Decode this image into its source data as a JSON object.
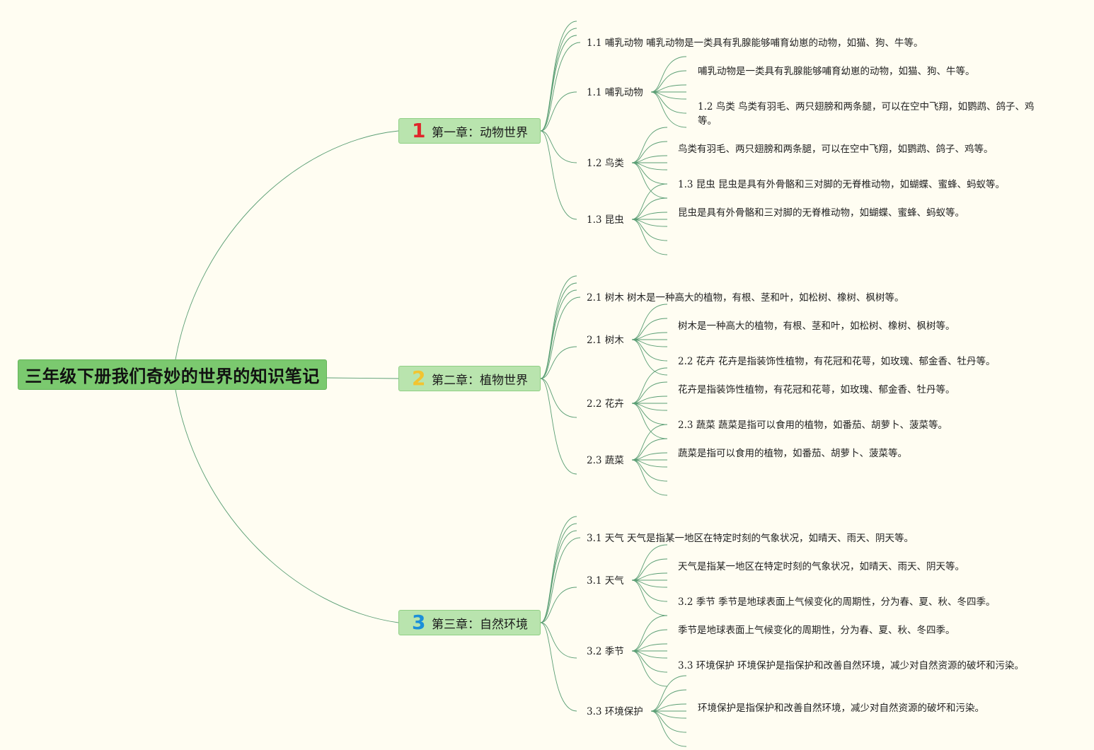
{
  "title": "三年级下册我们奇妙的世界的知识笔记",
  "colors": {
    "background": "#fffdf2",
    "root_fill": "#7bc96f",
    "chapter_fill": "#b9e4ae",
    "line": "#5a9e74",
    "num1": "#e0262b",
    "num2": "#f2c430",
    "num3": "#1c8fd9"
  },
  "chapters": [
    {
      "num": "1",
      "label": "第一章：动物世界",
      "summary": "1.1 哺乳动物 哺乳动物是一类具有乳腺能够哺育幼崽的动物，如猫、狗、牛等。",
      "topics": [
        {
          "label": "1.1 哺乳动物",
          "details": [
            "哺乳动物是一类具有乳腺能够哺育幼崽的动物，如猫、狗、牛等。",
            "1.2 鸟类 鸟类有羽毛、两只翅膀和两条腿，可以在空中飞翔，如鹦鹉、鸽子、鸡等。"
          ]
        },
        {
          "label": "1.2 鸟类",
          "details": [
            "鸟类有羽毛、两只翅膀和两条腿，可以在空中飞翔，如鹦鹉、鸽子、鸡等。",
            "1.3 昆虫 昆虫是具有外骨骼和三对脚的无脊椎动物，如蝴蝶、蜜蜂、蚂蚁等。"
          ]
        },
        {
          "label": "1.3 昆虫",
          "details": [
            "昆虫是具有外骨骼和三对脚的无脊椎动物，如蝴蝶、蜜蜂、蚂蚁等。"
          ]
        }
      ]
    },
    {
      "num": "2",
      "label": "第二章：植物世界",
      "summary": "2.1 树木 树木是一种高大的植物，有根、茎和叶，如松树、橡树、枫树等。",
      "topics": [
        {
          "label": "2.1 树木",
          "details": [
            "树木是一种高大的植物，有根、茎和叶，如松树、橡树、枫树等。",
            "2.2 花卉 花卉是指装饰性植物，有花冠和花萼，如玫瑰、郁金香、牡丹等。"
          ]
        },
        {
          "label": "2.2 花卉",
          "details": [
            "花卉是指装饰性植物，有花冠和花萼，如玫瑰、郁金香、牡丹等。",
            "2.3 蔬菜 蔬菜是指可以食用的植物，如番茄、胡萝卜、菠菜等。"
          ]
        },
        {
          "label": "2.3 蔬菜",
          "details": [
            "蔬菜是指可以食用的植物，如番茄、胡萝卜、菠菜等。"
          ]
        }
      ]
    },
    {
      "num": "3",
      "label": "第三章：自然环境",
      "summary": "3.1 天气 天气是指某一地区在特定时刻的气象状况，如晴天、雨天、阴天等。",
      "topics": [
        {
          "label": "3.1 天气",
          "details": [
            "天气是指某一地区在特定时刻的气象状况，如晴天、雨天、阴天等。",
            "3.2 季节 季节是地球表面上气候变化的周期性，分为春、夏、秋、冬四季。"
          ]
        },
        {
          "label": "3.2 季节",
          "details": [
            "季节是地球表面上气候变化的周期性，分为春、夏、秋、冬四季。",
            "3.3 环境保护 环境保护是指保护和改善自然环境，减少对自然资源的破坏和污染。"
          ]
        },
        {
          "label": "3.3 环境保护",
          "details": [
            "环境保护是指保护和改善自然环境，减少对自然资源的破坏和污染。"
          ]
        }
      ]
    }
  ]
}
